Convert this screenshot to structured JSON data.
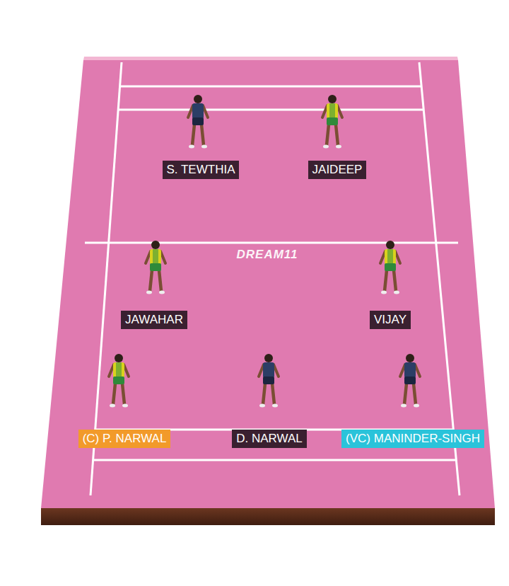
{
  "diagram": {
    "nodes": [
      {
        "text": [
          "S. TEWTHIA"
        ]
      },
      {
        "text": [
          "JAIDEEP"
        ]
      },
      {
        "text": [
          "JAWAHAR"
        ]
      },
      {
        "text": [
          "VIJAY"
        ]
      },
      {
        "text": [
          "(C) P. NARWAL"
        ]
      },
      {
        "text": [
          "D. NARWAL"
        ]
      },
      {
        "text": [
          "(VC) MANINDER-SINGH"
        ]
      }
    ],
    "labels": [
      "DREAM11"
    ]
  }
}
